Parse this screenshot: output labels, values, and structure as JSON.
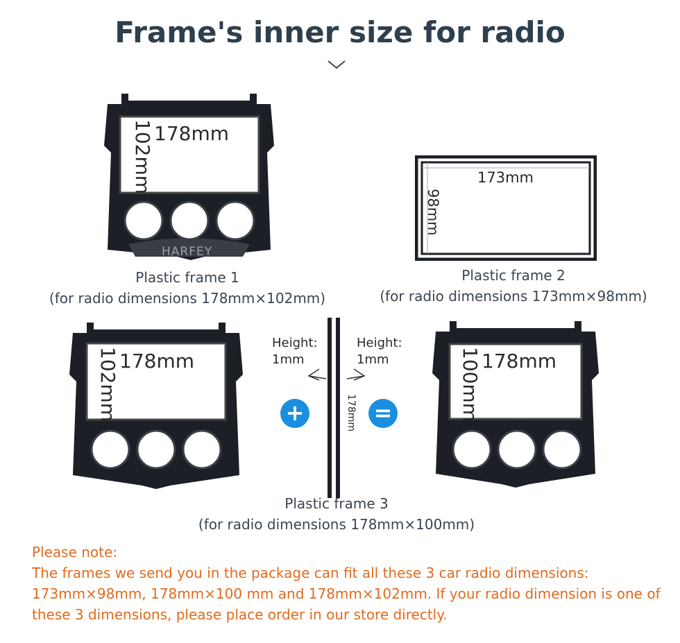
{
  "header": {
    "title": "Frame's inner size for radio",
    "chevron_icon": "chevron-down-icon"
  },
  "frame1": {
    "width_label": "178mm",
    "height_label": "102mm",
    "brand": "HARFEY",
    "name": "Plastic frame 1",
    "caption": "(for radio dimensions 178mm×102mm)"
  },
  "frame2": {
    "width_label": "173mm",
    "height_label": "98mm",
    "name": "Plastic frame 2",
    "caption": "(for radio dimensions 173mm×98mm)"
  },
  "frame_a": {
    "width_label": "178mm",
    "height_label": "102mm"
  },
  "strip": {
    "left_height_label": "Height:",
    "left_height_value": "1mm",
    "right_height_label": "Height:",
    "right_height_value": "1mm",
    "length_label": "178mm"
  },
  "frame_b": {
    "width_label": "178mm",
    "height_label": "100mm"
  },
  "frame3": {
    "name": "Plastic frame 3",
    "caption": "(for radio dimensions 178mm×100mm)"
  },
  "operators": {
    "plus": "+",
    "equals": "="
  },
  "note": {
    "heading": "Please note:",
    "line1": "The frames we send you in the package can fit all these 3 car radio dimensions:",
    "line2": "173mm×98mm,  178mm×100 mm and  178mm×102mm. If your radio dimension is one of",
    "line3": "these 3 dimensions, please place order in our store directly."
  },
  "colors": {
    "title": "#2e3f4d",
    "note": "#e06a1e",
    "accent": "#1a8fe0",
    "frame": "#1c1f26"
  }
}
